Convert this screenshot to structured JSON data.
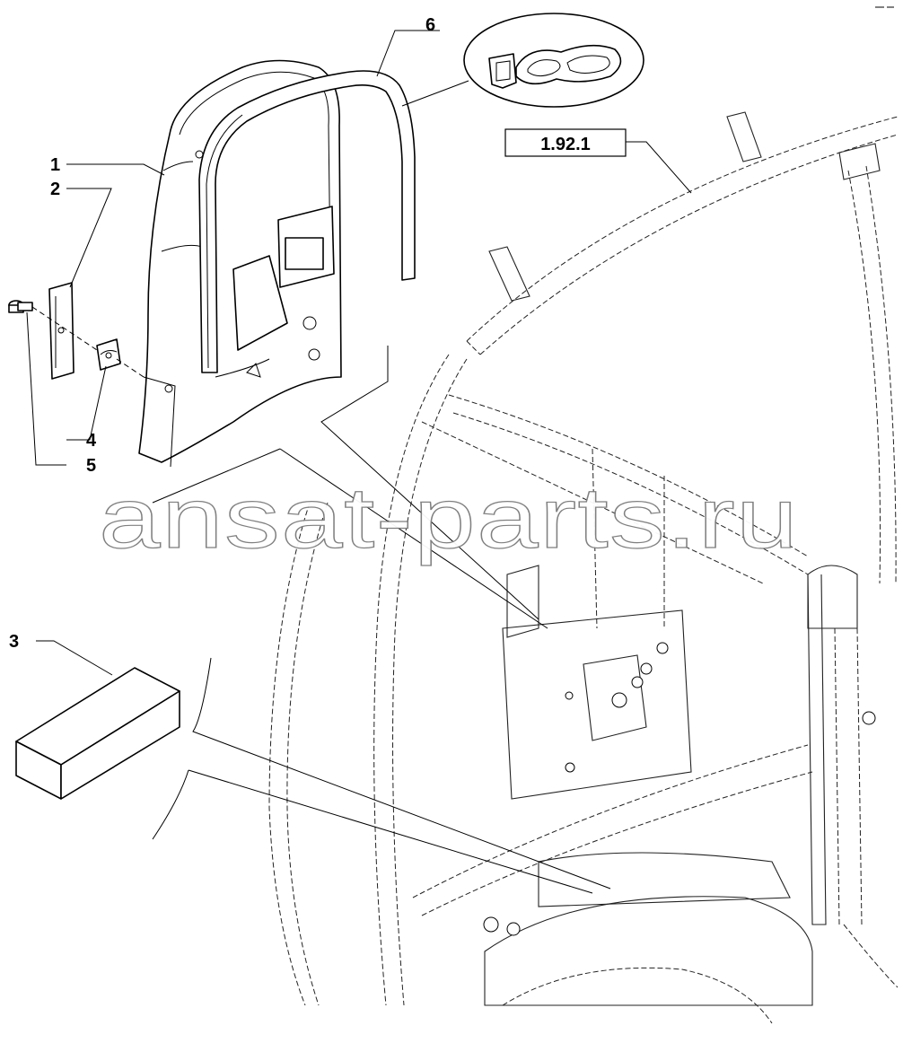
{
  "callouts": {
    "c1": "1",
    "c2": "2",
    "c3": "3",
    "c4": "4",
    "c5": "5",
    "c6": "6"
  },
  "reference_label": "1.92.1",
  "watermark": "ansat-parts.ru",
  "colors": {
    "line": "#000000",
    "background": "#ffffff",
    "watermark_outline": "#7a7a7a"
  }
}
